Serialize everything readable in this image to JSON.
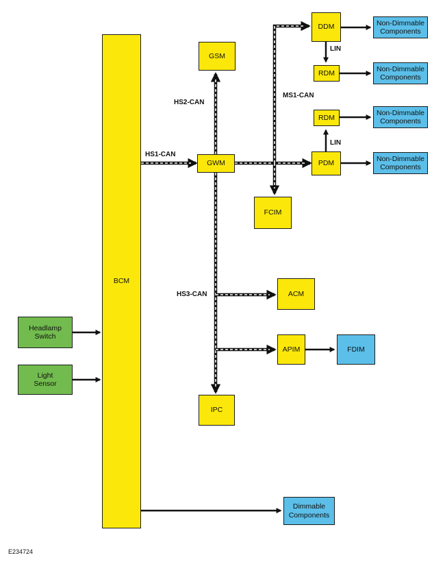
{
  "modules": {
    "bcm": "BCM",
    "gsm": "GSM",
    "gwm": "GWM",
    "ddm": "DDM",
    "rdm_upper": "RDM",
    "rdm_lower": "RDM",
    "pdm": "PDM",
    "fcim": "FCIM",
    "acm": "ACM",
    "apim": "APIM",
    "ipc": "IPC",
    "fdim": "FDIM"
  },
  "components": {
    "non_dimmable_1": "Non-Dimmable\nComponents",
    "non_dimmable_2": "Non-Dimmable\nComponents",
    "non_dimmable_3": "Non-Dimmable\nComponents",
    "non_dimmable_4": "Non-Dimmable\nComponents",
    "dimmable": "Dimmable\nComponents"
  },
  "inputs": {
    "headlamp_switch": "Headlamp\nSwitch",
    "light_sensor": "Light\nSensor"
  },
  "buses": {
    "hs1": "HS1-CAN",
    "hs2": "HS2-CAN",
    "hs3": "HS3-CAN",
    "ms1": "MS1-CAN",
    "lin_ddm_rdm": "LIN",
    "lin_pdm_rdm": "LIN"
  },
  "figure_id": "E234724",
  "colors": {
    "module": "#fbe80a",
    "component": "#5bbfe9",
    "input": "#72bb4e",
    "wire": "#111111"
  }
}
